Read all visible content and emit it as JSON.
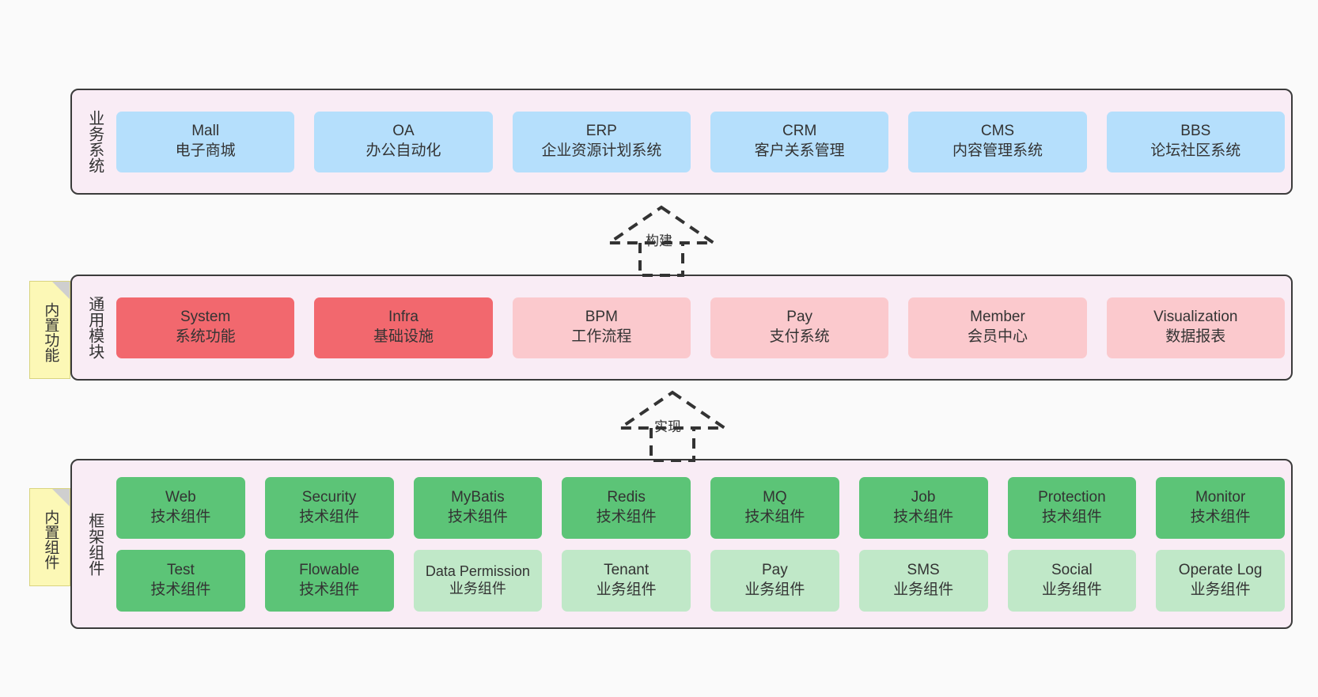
{
  "diagram": {
    "background_color": "#fafafa",
    "layer_bg_color": "#f9ecf5",
    "layer_border_color": "#3b3b3b",
    "note_color": "#fcf8b6",
    "note_fold_color": "#cfcfcf"
  },
  "layers": [
    {
      "id": "business",
      "title": "业务系统",
      "card_color": "#b5dffc",
      "cards": [
        {
          "en": "Mall",
          "cn": "电子商城"
        },
        {
          "en": "OA",
          "cn": "办公自动化"
        },
        {
          "en": "ERP",
          "cn": "企业资源计划系统"
        },
        {
          "en": "CRM",
          "cn": "客户关系管理"
        },
        {
          "en": "CMS",
          "cn": "内容管理系统"
        },
        {
          "en": "BBS",
          "cn": "论坛社区系统"
        }
      ]
    },
    {
      "id": "modules",
      "title": "通用模块",
      "note": "内置功能",
      "card_color_strong": "#f2686e",
      "card_color_light": "#fbc9cd",
      "cards": [
        {
          "en": "System",
          "cn": "系统功能",
          "color": "#f2686e"
        },
        {
          "en": "Infra",
          "cn": "基础设施",
          "color": "#f2686e"
        },
        {
          "en": "BPM",
          "cn": "工作流程",
          "color": "#fbc9cd"
        },
        {
          "en": "Pay",
          "cn": "支付系统",
          "color": "#fbc9cd"
        },
        {
          "en": "Member",
          "cn": "会员中心",
          "color": "#fbc9cd"
        },
        {
          "en": "Visualization",
          "cn": "数据报表",
          "color": "#fbc9cd"
        }
      ]
    },
    {
      "id": "framework",
      "title": "框架组件",
      "note": "内置组件",
      "card_color_strong": "#5cc477",
      "card_color_light": "#c0e8c8",
      "row1": [
        {
          "en": "Web",
          "cn": "技术组件",
          "color": "#5cc477"
        },
        {
          "en": "Security",
          "cn": "技术组件",
          "color": "#5cc477"
        },
        {
          "en": "MyBatis",
          "cn": "技术组件",
          "color": "#5cc477"
        },
        {
          "en": "Redis",
          "cn": "技术组件",
          "color": "#5cc477"
        },
        {
          "en": "MQ",
          "cn": "技术组件",
          "color": "#5cc477"
        },
        {
          "en": "Job",
          "cn": "技术组件",
          "color": "#5cc477"
        },
        {
          "en": "Protection",
          "cn": "技术组件",
          "color": "#5cc477"
        },
        {
          "en": "Monitor",
          "cn": "技术组件",
          "color": "#5cc477"
        }
      ],
      "row2": [
        {
          "en": "Test",
          "cn": "技术组件",
          "color": "#5cc477"
        },
        {
          "en": "Flowable",
          "cn": "技术组件",
          "color": "#5cc477"
        },
        {
          "en": "Data Permission",
          "cn": "业务组件",
          "color": "#c0e8c8"
        },
        {
          "en": "Tenant",
          "cn": "业务组件",
          "color": "#c0e8c8"
        },
        {
          "en": "Pay",
          "cn": "业务组件",
          "color": "#c0e8c8"
        },
        {
          "en": "SMS",
          "cn": "业务组件",
          "color": "#c0e8c8"
        },
        {
          "en": "Social",
          "cn": "业务组件",
          "color": "#c0e8c8"
        },
        {
          "en": "Operate Log",
          "cn": "业务组件",
          "color": "#c0e8c8"
        }
      ]
    }
  ],
  "arrows": [
    {
      "id": "build",
      "label": "构建",
      "style": "dashed-generalization",
      "direction": "up"
    },
    {
      "id": "impl",
      "label": "实现",
      "style": "dashed-generalization",
      "direction": "up"
    }
  ]
}
